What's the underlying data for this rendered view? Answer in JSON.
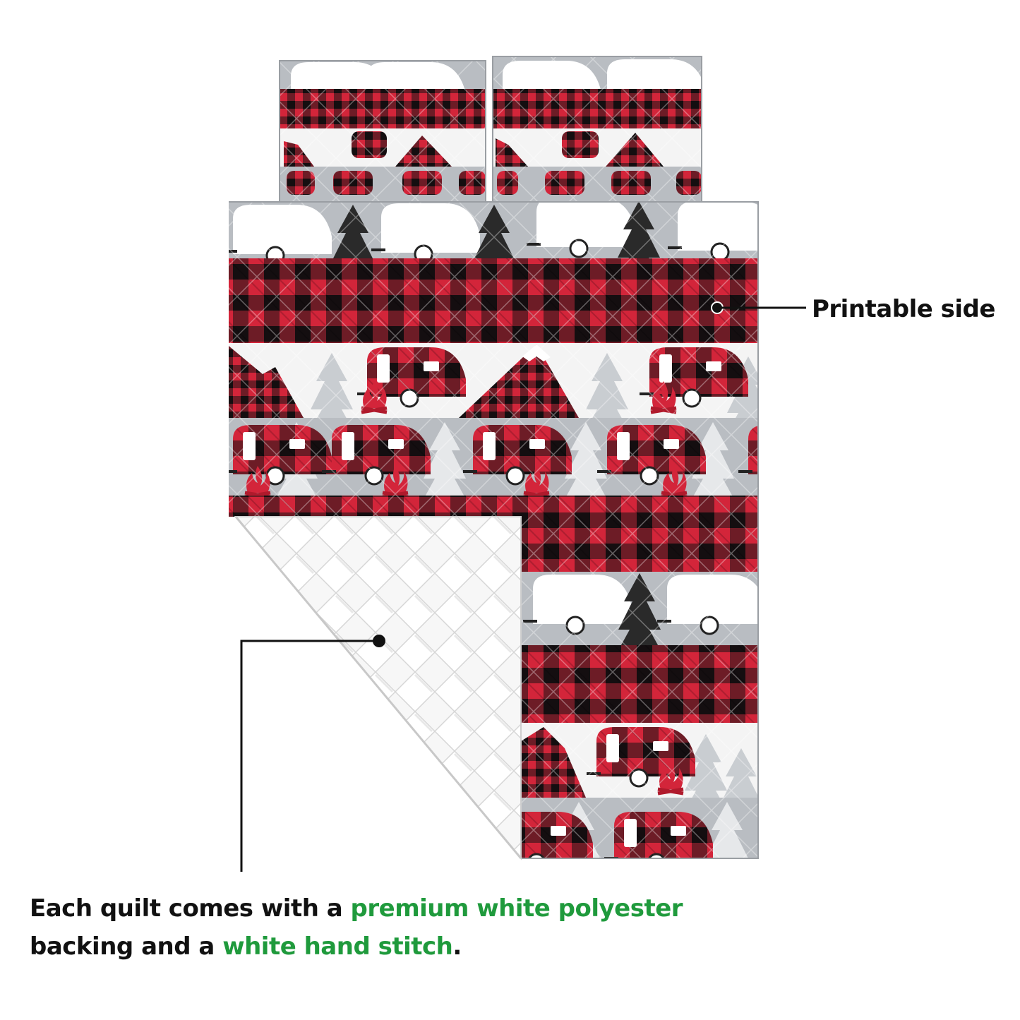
{
  "labels": {
    "printable_side": "Printable side"
  },
  "caption": {
    "line1_prefix": "Each quilt comes with a ",
    "line1_highlight": "premium white polyester",
    "line2_prefix": "backing and a ",
    "line2_highlight": "white hand stitch",
    "line2_suffix": "."
  },
  "colors": {
    "highlight_green": "#1f9a3c",
    "plaid_red": "#d3253a",
    "plaid_black": "#1a1416",
    "band_gray": "#b9bdc2",
    "band_white": "#f4f4f4",
    "backing_white": "#f7f7f7"
  },
  "icons": [
    "camper-trailer-icon",
    "pine-tree-icon",
    "mountain-icon",
    "campfire-icon"
  ]
}
